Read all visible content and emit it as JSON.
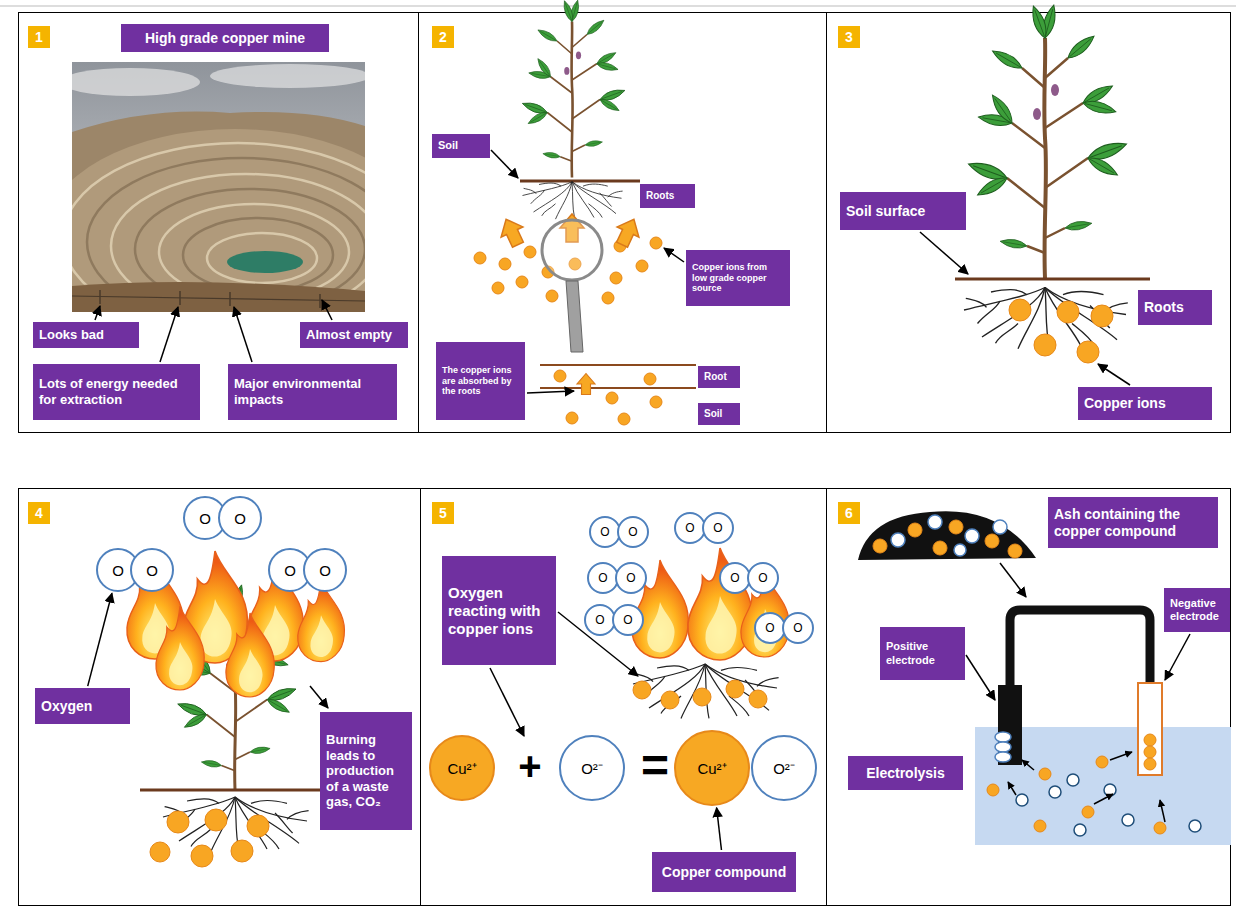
{
  "diagram": {
    "nodes": [
      {
        "text": [
          "1"
        ]
      },
      {
        "text": [
          "High grade copper mine"
        ]
      },
      {
        "text": [
          "Looks bad"
        ]
      },
      {
        "text": [
          "Lots of energy needed for extraction"
        ]
      },
      {
        "text": [
          "Major environmental impacts"
        ]
      },
      {
        "text": [
          "Almost empty"
        ]
      },
      {
        "text": [
          "2"
        ]
      },
      {
        "text": [
          "Soil"
        ]
      },
      {
        "text": [
          "Roots"
        ]
      },
      {
        "text": [
          "Copper ions from low grade copper source"
        ]
      },
      {
        "text": [
          "The copper ions are absorbed by the roots"
        ]
      },
      {
        "text": [
          "Root"
        ]
      },
      {
        "text": [
          "Soil"
        ]
      },
      {
        "text": [
          "3"
        ]
      },
      {
        "text": [
          "Soil surface"
        ]
      },
      {
        "text": [
          "Roots"
        ]
      },
      {
        "text": [
          "Copper ions"
        ]
      },
      {
        "text": [
          "4"
        ]
      },
      {
        "text": [
          "O"
        ]
      },
      {
        "text": [
          "O"
        ]
      },
      {
        "text": [
          "O"
        ]
      },
      {
        "text": [
          "O"
        ]
      },
      {
        "text": [
          "O"
        ]
      },
      {
        "text": [
          "O"
        ]
      },
      {
        "text": [
          "Oxygen"
        ]
      },
      {
        "text": [
          "Burning leads to production of a waste gas, CO₂"
        ]
      },
      {
        "text": [
          "5"
        ]
      },
      {
        "text": [
          "Oxygen reacting with copper ions"
        ]
      },
      {
        "text": [
          "O"
        ]
      },
      {
        "text": [
          "O"
        ]
      },
      {
        "text": [
          "O"
        ]
      },
      {
        "text": [
          "O"
        ]
      },
      {
        "text": [
          "O"
        ]
      },
      {
        "text": [
          "O"
        ]
      },
      {
        "text": [
          "O"
        ]
      },
      {
        "text": [
          "O"
        ]
      },
      {
        "text": [
          "O"
        ]
      },
      {
        "text": [
          "O"
        ]
      },
      {
        "text": [
          "O"
        ]
      },
      {
        "text": [
          "O"
        ]
      },
      {
        "text": [
          "Cu²⁺"
        ]
      },
      {
        "text": [
          "O²⁻"
        ]
      },
      {
        "text": [
          "Cu²⁺"
        ]
      },
      {
        "text": [
          "O²⁻"
        ]
      },
      {
        "text": [
          "Copper compound"
        ]
      },
      {
        "text": [
          "6"
        ]
      },
      {
        "text": [
          "Ash containing the copper compound"
        ]
      },
      {
        "text": [
          "Positive electrode"
        ]
      },
      {
        "text": [
          "Negative electrode"
        ]
      },
      {
        "text": [
          "Electrolysis"
        ]
      }
    ],
    "edges": [
      {
        "from": 24,
        "to": 18,
        "arrow": "to"
      },
      {
        "from": 44,
        "to": 42,
        "arrow": "to"
      }
    ],
    "labels": [
      "+",
      "="
    ]
  }
}
